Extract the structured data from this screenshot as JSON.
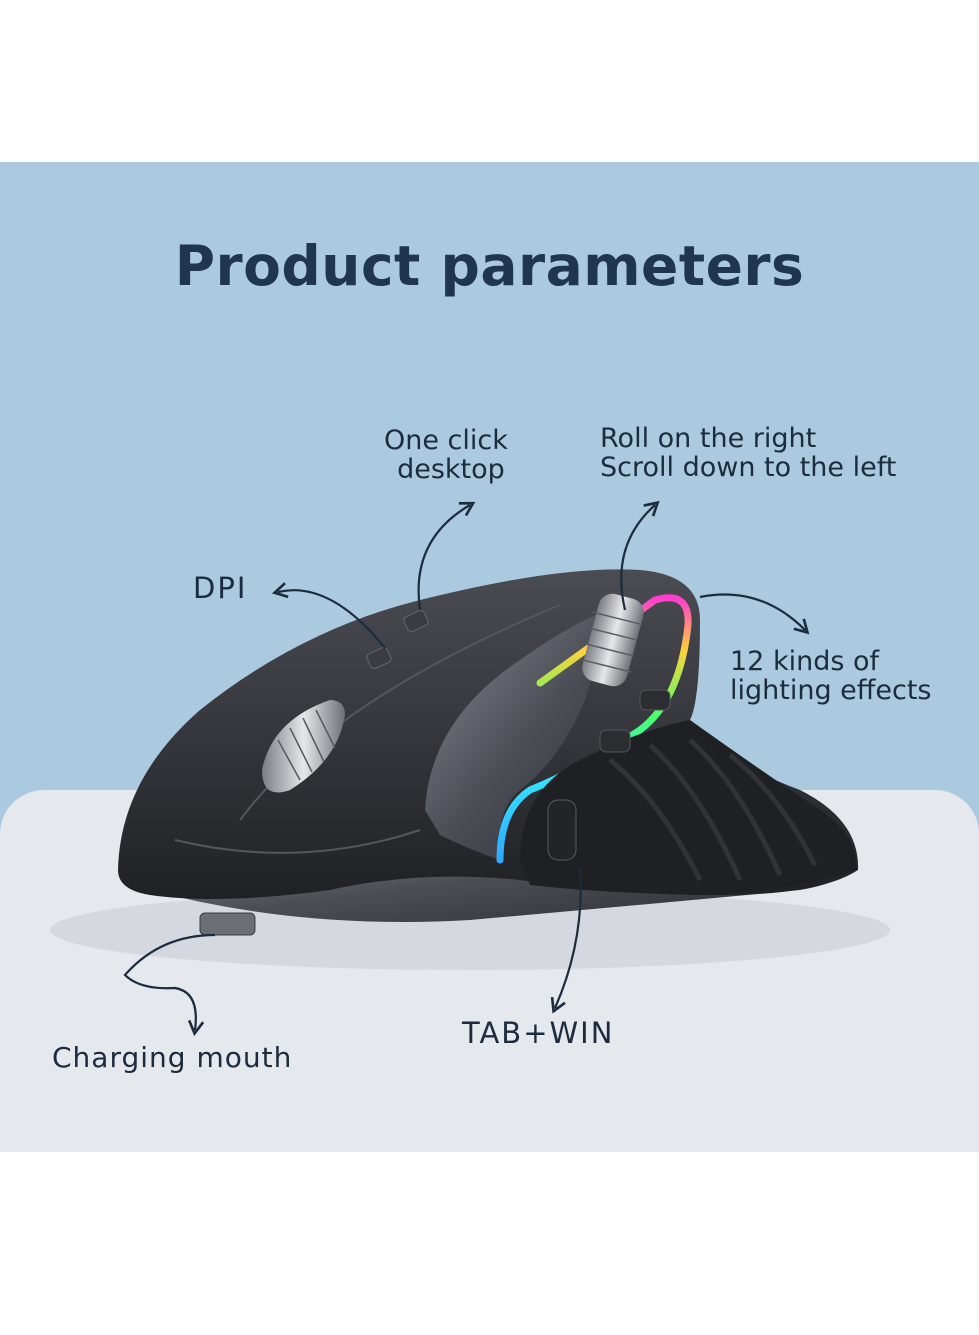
{
  "title": "Product parameters",
  "callouts": {
    "one_click_line1": "One click",
    "one_click_line2": "desktop",
    "roll_line1": "Roll on the right",
    "roll_line2": "Scroll down to the left",
    "dpi": "DPI",
    "lighting_line1": "12 kinds of",
    "lighting_line2": "lighting effects",
    "tab_win": "TAB+WIN",
    "charging": "Charging mouth"
  },
  "colors": {
    "background_panel": "#abc9df",
    "mat": "#e5e8ed",
    "title_text": "#1f3550",
    "label_text": "#1c2b3d",
    "mouse_body": "#2b2c30"
  },
  "image_subject": "ergonomic-wireless-mouse-with-rgb-light"
}
